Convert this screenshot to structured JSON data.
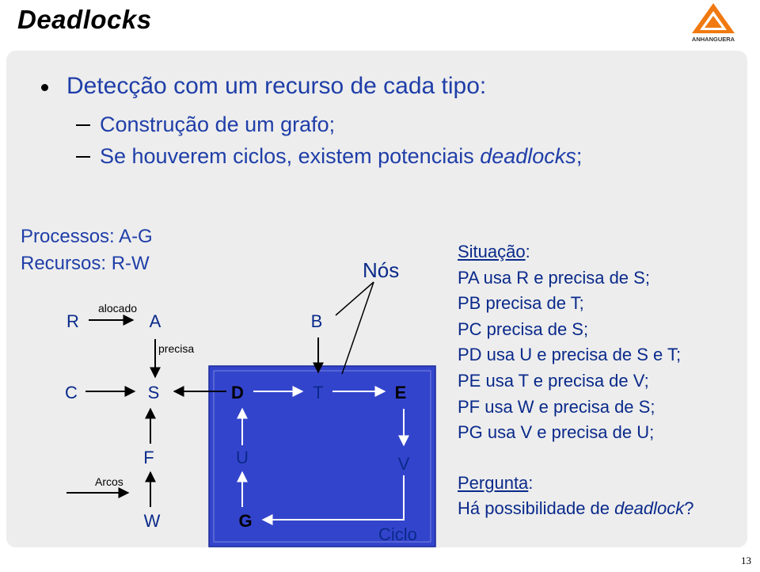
{
  "slide": {
    "title": "Deadlocks",
    "logo_text": "ANHANGUERA",
    "page_number": "13"
  },
  "bullets": {
    "main": "Detecção com um recurso de cada tipo:",
    "subs": [
      {
        "text": "Construção de um grafo;"
      },
      {
        "prefix": "Se houverem ciclos, existem potenciais ",
        "emph": "deadlocks",
        "suffix": ";"
      }
    ]
  },
  "legend": {
    "processes": "Processos: A-G",
    "resources": "Recursos: R-W"
  },
  "graph": {
    "nodes": {
      "R": "R",
      "A": "A",
      "C": "C",
      "S": "S",
      "F": "F",
      "W": "W",
      "D": "D",
      "U": "U",
      "G": "G",
      "B": "B",
      "T": "T",
      "E": "E",
      "V": "V"
    },
    "labels": {
      "alocado": "alocado",
      "precisa": "precisa",
      "arcos": "Arcos",
      "nos": "Nós",
      "ciclo": "Ciclo"
    },
    "colors": {
      "cycle_box": "#3344cc",
      "node_text": "#0a2a8a",
      "edge": "#000000"
    }
  },
  "situation": {
    "heading": "Situação",
    "heading_suffix": ":",
    "lines": [
      "PA usa R e precisa de S;",
      "PB precisa de T;",
      "PC precisa de S;",
      "PD usa U e precisa de S e T;",
      "PE usa T e precisa de V;",
      "PF usa W e precisa de S;",
      "PG usa V e precisa de U;"
    ]
  },
  "question": {
    "heading": "Pergunta",
    "heading_suffix": ":",
    "prefix": "Há possibilidade de ",
    "emph": "deadlock",
    "suffix": "?"
  }
}
